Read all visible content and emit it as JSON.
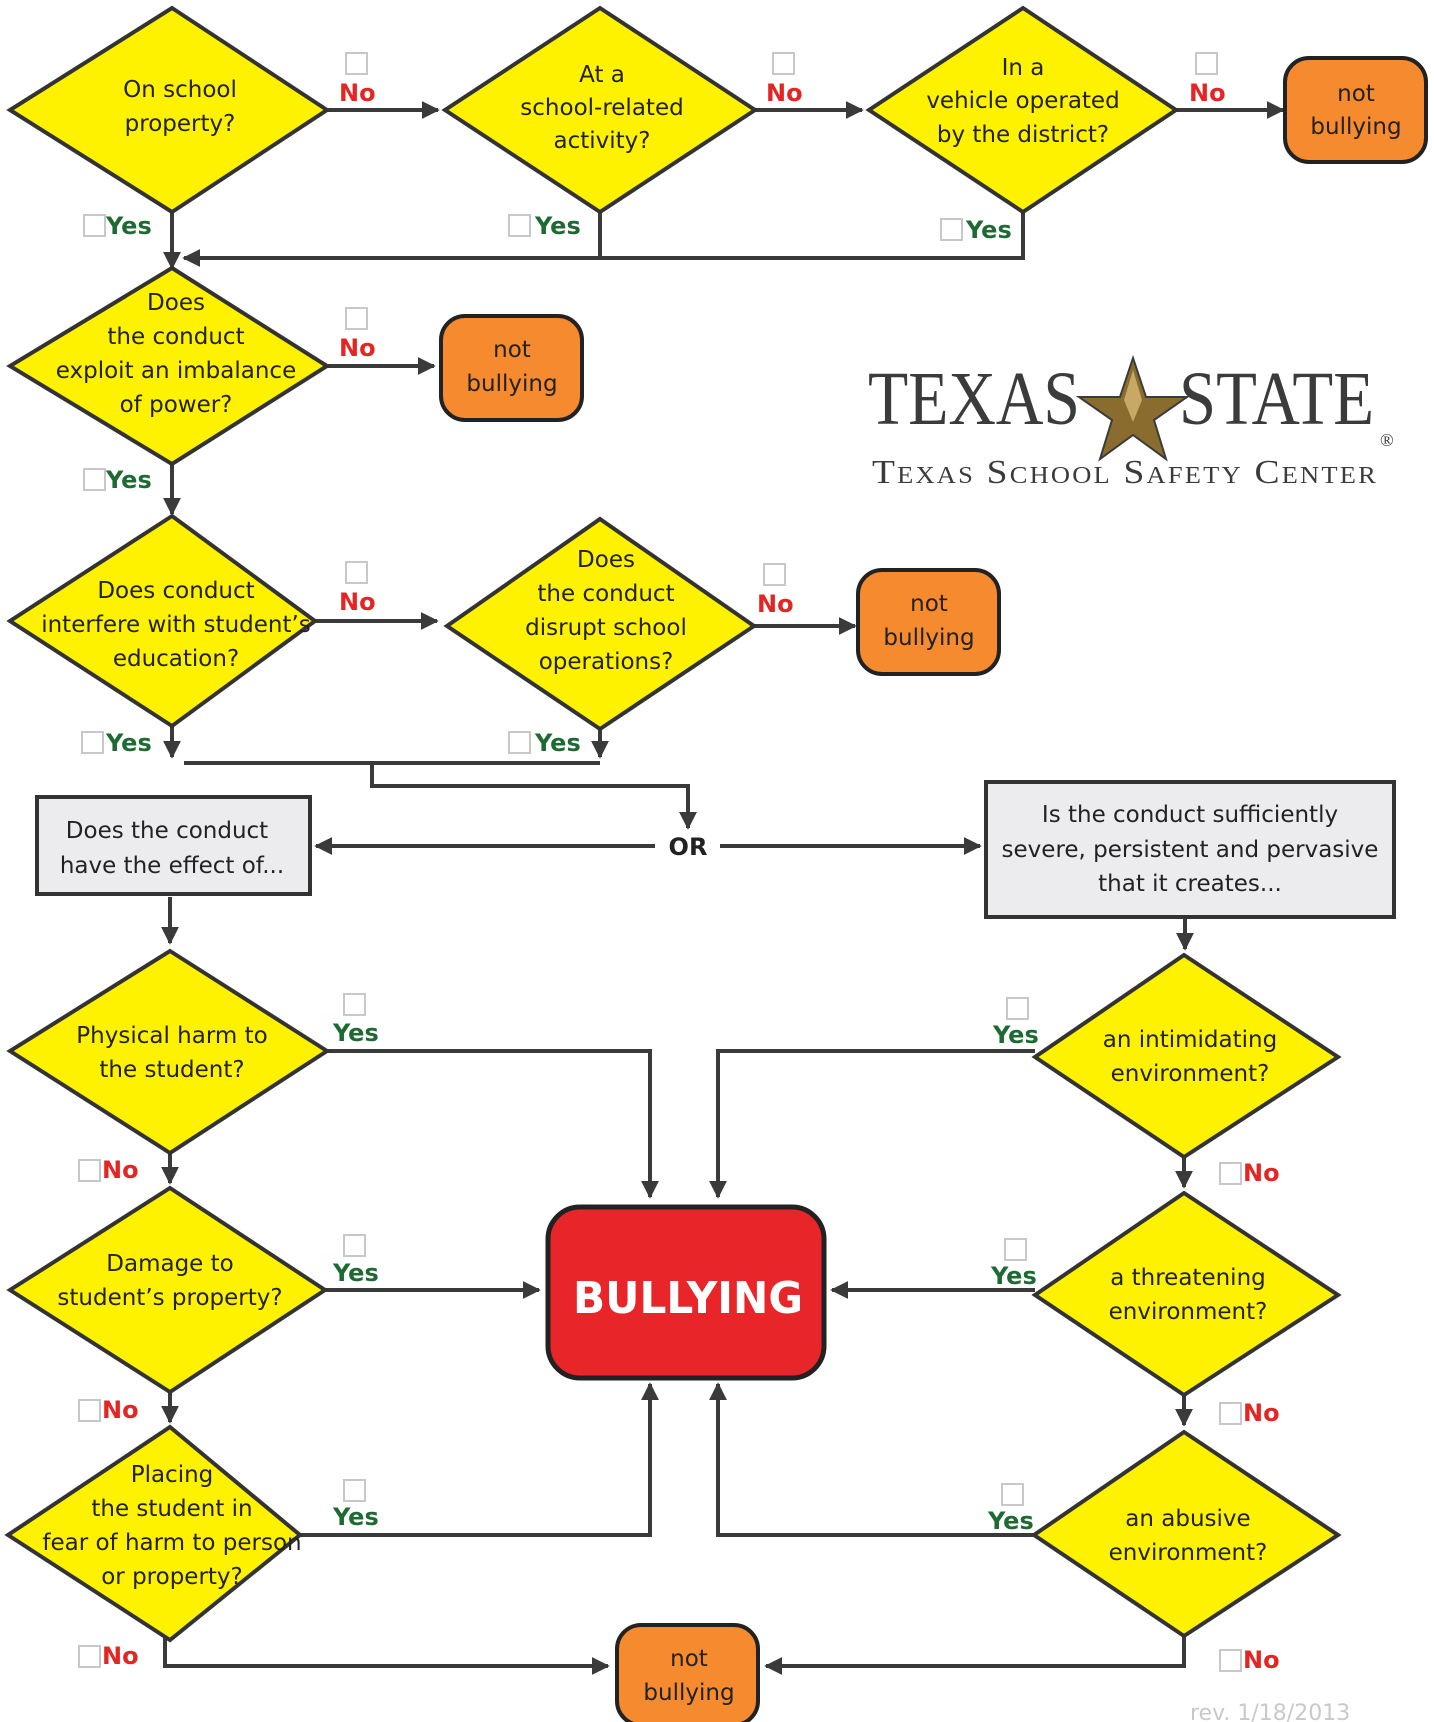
{
  "logo": {
    "left": "TEXAS",
    "right": "STATE",
    "registered": "®",
    "subtitle": "Texas School Safety Center"
  },
  "labels": {
    "yes": "Yes",
    "no": "No",
    "or": "OR",
    "not_bullying": [
      "not",
      "bullying"
    ],
    "bullying": "BULLYING"
  },
  "questions": {
    "q1": [
      "On school",
      "property?"
    ],
    "q2": [
      "At a",
      "school-related",
      "activity?"
    ],
    "q3": [
      "In a",
      "vehicle operated",
      "by the district?"
    ],
    "q4": [
      "Does",
      "the conduct",
      "exploit an imbalance",
      "of power?"
    ],
    "q5": [
      "Does conduct",
      "interfere with student’s",
      "education?"
    ],
    "q6": [
      "Does",
      "the conduct",
      "disrupt school",
      "operations?"
    ],
    "q7": [
      "Physical harm to",
      "the student?"
    ],
    "q8": [
      "Damage to",
      "student’s property?"
    ],
    "q9": [
      "Placing",
      "the student in",
      "fear of harm to person",
      "or property?"
    ],
    "q10": [
      "an intimidating",
      "environment?"
    ],
    "q11": [
      "a threatening",
      "environment?"
    ],
    "q12": [
      "an abusive",
      "environment?"
    ]
  },
  "boxes": {
    "effect": [
      "Does the conduct",
      "have the effect of..."
    ],
    "severe": [
      "Is the conduct sufficiently",
      "severe, persistent and pervasive",
      "that it creates..."
    ]
  },
  "revision": "rev. 1/18/2013",
  "colors": {
    "diamond": "#fff200",
    "outcome_orange": "#f58a2e",
    "bullying_red": "#e8262a",
    "yes_green": "#1d6b32",
    "no_red": "#e32624",
    "box_gray": "#ececee"
  }
}
